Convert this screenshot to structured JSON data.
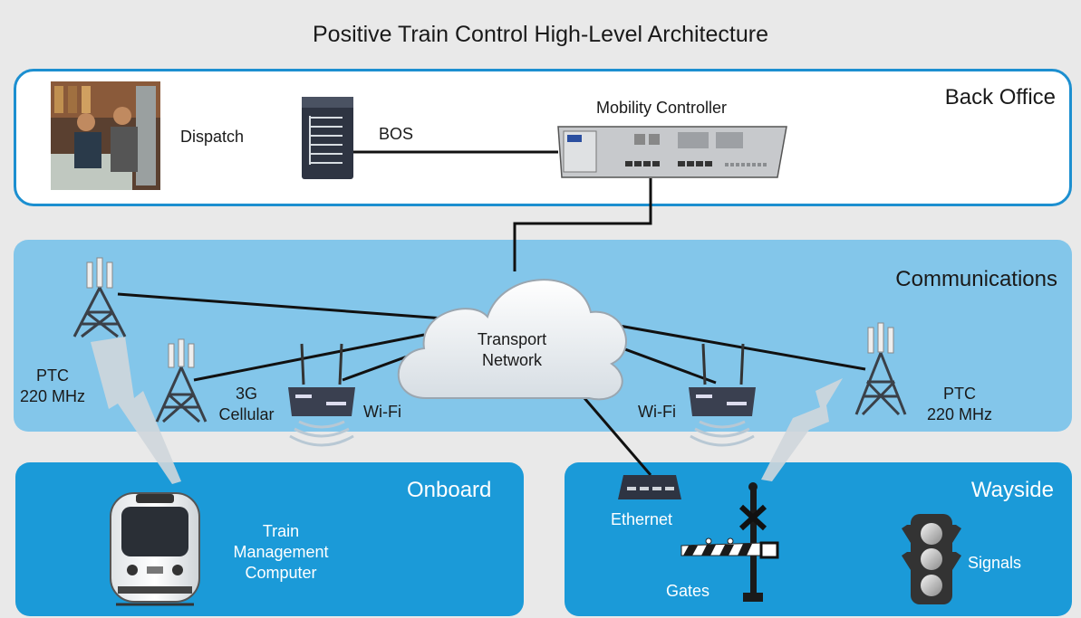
{
  "title": "Positive Train Control High-Level Architecture",
  "sections": {
    "back_office": "Back Office",
    "communications": "Communications",
    "onboard": "Onboard",
    "wayside": "Wayside"
  },
  "nodes": {
    "dispatch": "Dispatch",
    "bos": "BOS",
    "mobility_controller": "Mobility Controller",
    "transport_network_line1": "Transport",
    "transport_network_line2": "Network",
    "ptc_left_line1": "PTC",
    "ptc_left_line2": "220 MHz",
    "cellular_line1": "3G",
    "cellular_line2": "Cellular",
    "wifi_left": "Wi-Fi",
    "wifi_right": "Wi-Fi",
    "ptc_right_line1": "PTC",
    "ptc_right_line2": "220 MHz",
    "train_line1": "Train",
    "train_line2": "Management",
    "train_line3": "Computer",
    "ethernet": "Ethernet",
    "gates": "Gates",
    "signals": "Signals"
  },
  "colors": {
    "back_office_border": "#1c8fd0",
    "communications_bg": "#83c6ea",
    "onboard_bg": "#1b9ad8",
    "wayside_bg": "#1b9ad8"
  }
}
